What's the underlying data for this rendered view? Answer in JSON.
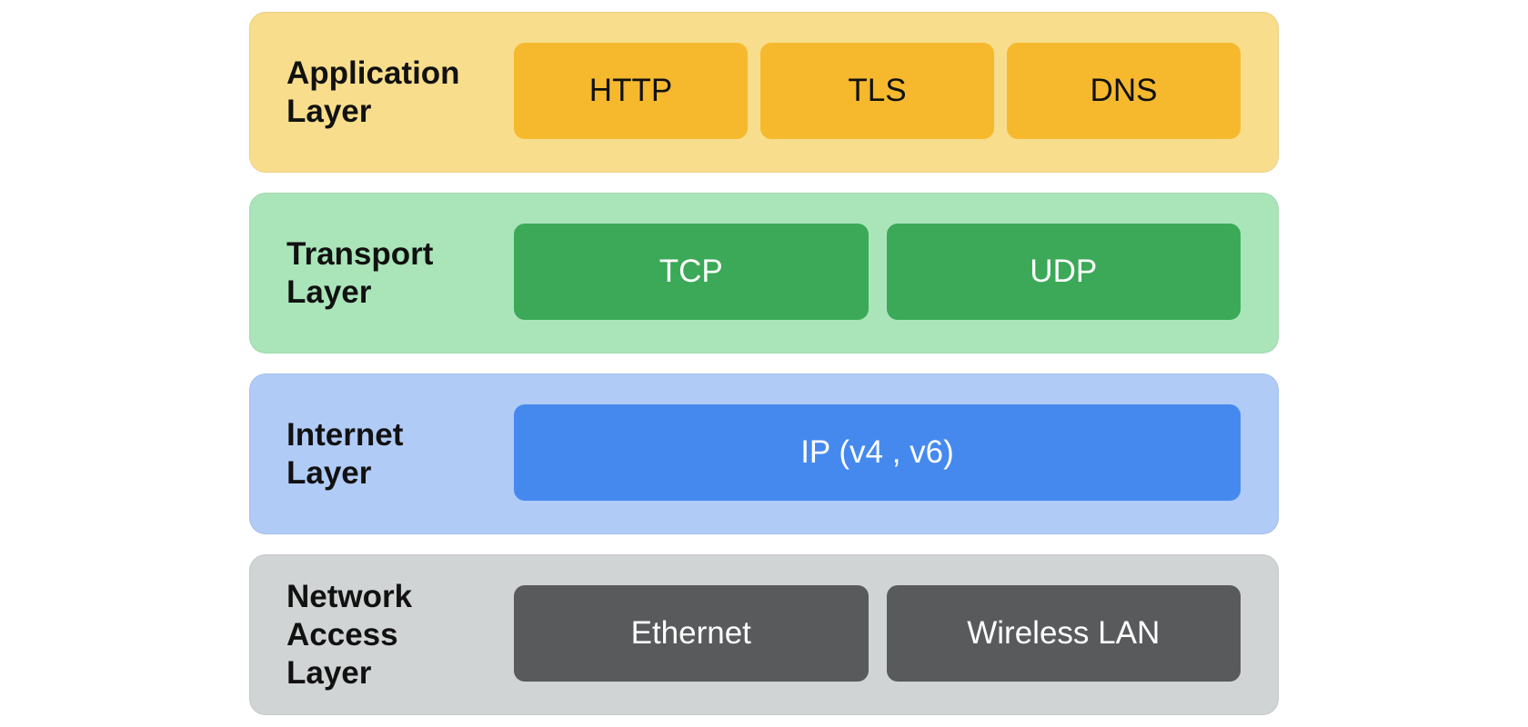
{
  "colors": {
    "application_bg": "#F8DD8C",
    "application_box": "#F6B92E",
    "application_text": "#111111",
    "transport_bg": "#AAE5BA",
    "transport_box": "#3BA957",
    "transport_text": "#FFFFFF",
    "internet_bg": "#B0CBF6",
    "internet_box": "#4589EF",
    "internet_text": "#FFFFFF",
    "access_bg": "#D1D4D4",
    "access_box": "#595A5C",
    "access_text": "#FFFFFF"
  },
  "layers": [
    {
      "label": "Application\nLayer",
      "protocols": [
        "HTTP",
        "TLS",
        "DNS"
      ]
    },
    {
      "label": "Transport\nLayer",
      "protocols": [
        "TCP",
        "UDP"
      ]
    },
    {
      "label": "Internet\nLayer",
      "protocols": [
        "IP (v4 , v6)"
      ]
    },
    {
      "label": "Network\nAccess\nLayer",
      "protocols": [
        "Ethernet",
        "Wireless LAN"
      ]
    }
  ]
}
